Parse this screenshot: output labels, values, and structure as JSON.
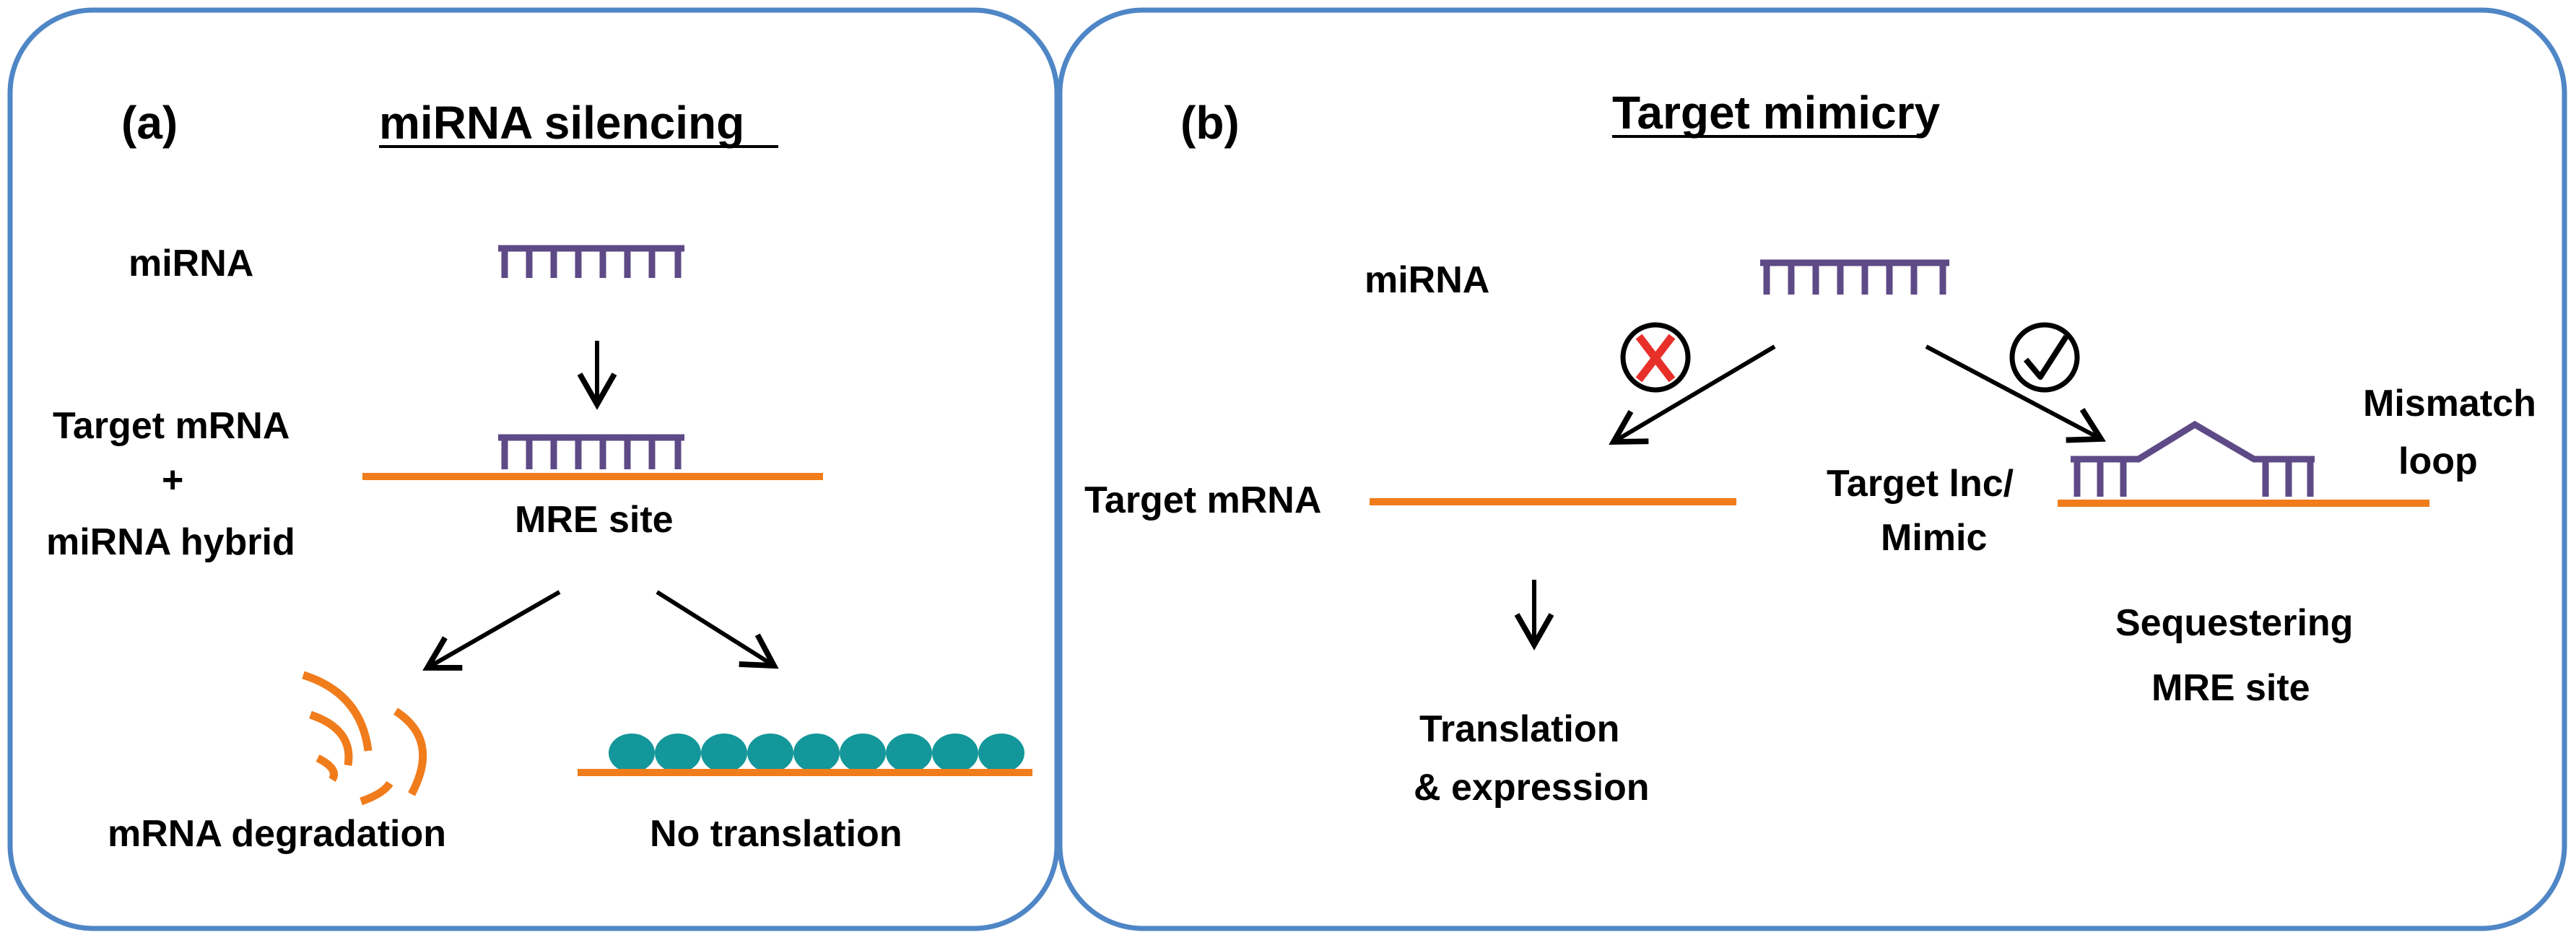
{
  "panel_a": {
    "letter": "(a)",
    "title": "miRNA silencing",
    "mirna_label": "miRNA",
    "hybrid_label_1": "Target mRNA",
    "hybrid_label_2": "+",
    "hybrid_label_3": "miRNA hybrid",
    "mre_label": "MRE site",
    "degradation_label": "mRNA degradation",
    "no_translation_label": "No translation"
  },
  "panel_b": {
    "letter": "(b)",
    "title": "Target mimicry",
    "mirna_label": "miRNA",
    "target_mrna_label": "Target mRNA",
    "translation_label_1": "Translation",
    "translation_label_2": "& expression",
    "mimic_label_1": "Target lnc/",
    "mimic_label_2": "Mimic",
    "mismatch_label_1": "Mismatch",
    "mismatch_label_2": "loop",
    "sequester_label_1": "Sequestering",
    "sequester_label_2": "MRE site"
  },
  "colors": {
    "panel_border": "#4f86c6",
    "mirna": "#5e4a86",
    "mrna": "#f07c1c",
    "ribosome": "#14979a",
    "cross": "#e8302a",
    "arrow": "#000000"
  }
}
